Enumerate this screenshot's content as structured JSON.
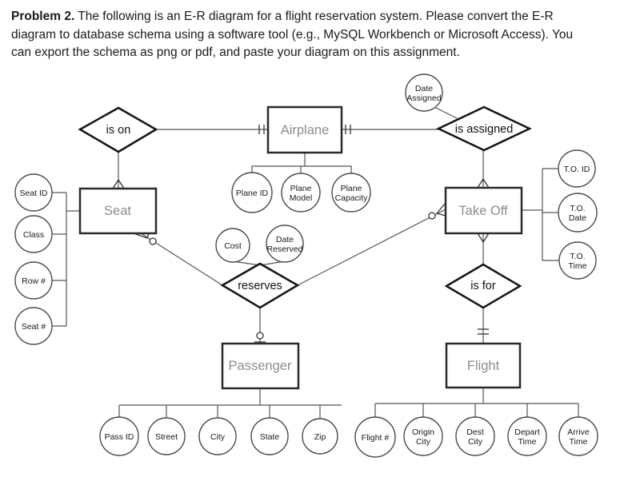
{
  "header": {
    "problem_label": "Problem 2.",
    "line1": " The following is an E-R diagram for a flight reservation system. Please convert the E-R",
    "line2": "diagram to database schema using a software tool (e.g., MySQL Workbench or Microsoft Access). You",
    "line3": "can export the schema as png or pdf, and paste your diagram on this assignment."
  },
  "diagram": {
    "entities": {
      "airplane": "Airplane",
      "seat": "Seat",
      "take_off": "Take Off",
      "passenger": "Passenger",
      "flight": "Flight"
    },
    "relationships": {
      "is_on": "is on",
      "is_assigned": "is assigned",
      "reserves": "reserves",
      "is_for": "is for"
    },
    "attributes": {
      "date_assigned": [
        "Date",
        "Assigned"
      ],
      "plane_id": [
        "Plane ID"
      ],
      "plane_model": [
        "Plane",
        "Model"
      ],
      "plane_capacity": [
        "Plane",
        "Capacity"
      ],
      "seat_id": [
        "Seat ID"
      ],
      "class": [
        "Class"
      ],
      "row_no": [
        "Row #"
      ],
      "seat_no": [
        "Seat #"
      ],
      "cost": [
        "Cost"
      ],
      "date_reserved": [
        "Date",
        "Reserved"
      ],
      "to_id": [
        "T.O. ID"
      ],
      "to_date": [
        "T.O.",
        "Date"
      ],
      "to_time": [
        "T.O.",
        "Time"
      ],
      "pass_id": [
        "Pass ID"
      ],
      "street": [
        "Street"
      ],
      "city": [
        "City"
      ],
      "state": [
        "State"
      ],
      "zip": [
        "Zip"
      ],
      "flight_no": [
        "Flight #"
      ],
      "origin_city": [
        "Origin",
        "City"
      ],
      "dest_city": [
        "Dest",
        "City"
      ],
      "depart_time": [
        "Depart",
        "Time"
      ],
      "arrive_time": [
        "Arrive",
        "Time"
      ]
    },
    "colors": {
      "entity_text": "#8d8d8d",
      "shape_border": "#1a1a1a",
      "connector": "#555555"
    }
  }
}
